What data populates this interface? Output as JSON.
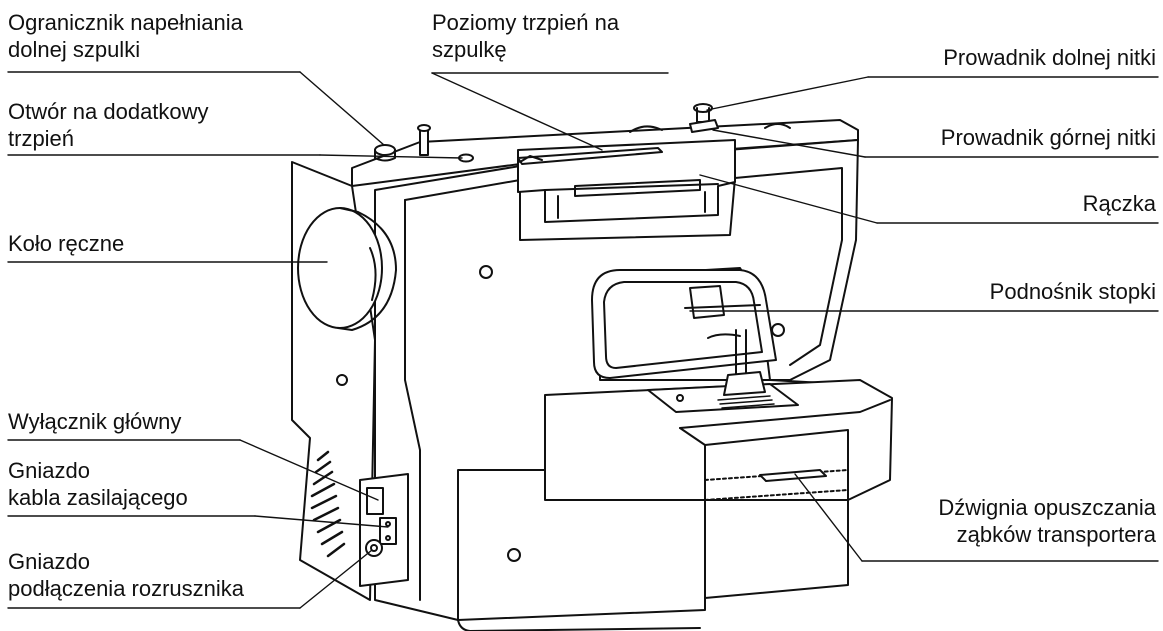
{
  "colors": {
    "ink": "#111111",
    "background": "#ffffff"
  },
  "callouts": [
    {
      "id": "bobbin-winder-stopper",
      "lines": [
        "Ogranicznik napełniania",
        "dolnej szpulki"
      ]
    },
    {
      "id": "horizontal-spool-pin",
      "lines": [
        "Poziomy trzpień na",
        "szpulkę"
      ]
    },
    {
      "id": "bobbin-thread-guide",
      "lines": [
        "Prowadnik dolnej nitki"
      ]
    },
    {
      "id": "extra-spool-pin-hole",
      "lines": [
        "Otwór na dodatkowy",
        "trzpień"
      ]
    },
    {
      "id": "upper-thread-guide",
      "lines": [
        "Prowadnik górnej nitki"
      ]
    },
    {
      "id": "handle",
      "lines": [
        "Rączka"
      ]
    },
    {
      "id": "handwheel",
      "lines": [
        "Koło ręczne"
      ]
    },
    {
      "id": "presser-foot-lifter",
      "lines": [
        "Podnośnik stopki"
      ]
    },
    {
      "id": "main-switch",
      "lines": [
        "Wyłącznik główny"
      ]
    },
    {
      "id": "power-cord-socket",
      "lines": [
        "Gniazdo",
        "kabla zasilającego"
      ]
    },
    {
      "id": "feed-dog-lever",
      "lines": [
        "Dźwignia opuszczania",
        "ząbków transportera"
      ]
    },
    {
      "id": "foot-controller-socket",
      "lines": [
        "Gniazdo",
        "podłączenia rozrusznika"
      ]
    }
  ]
}
